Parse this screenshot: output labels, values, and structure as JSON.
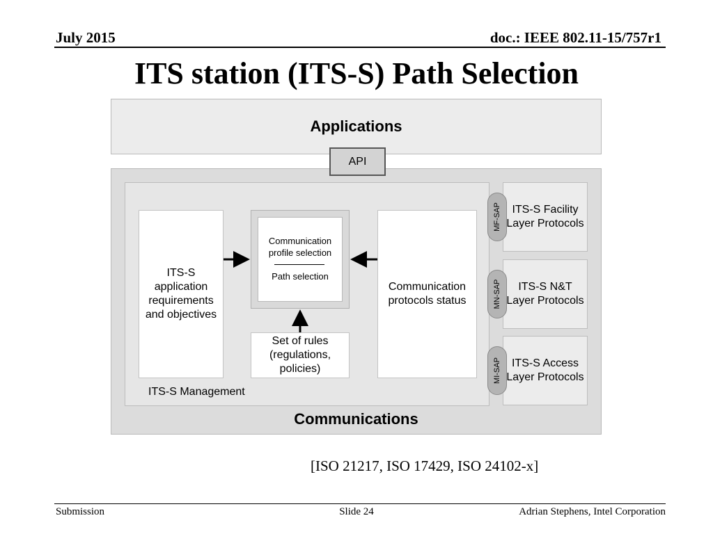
{
  "header": {
    "date": "July 2015",
    "doc": "doc.: IEEE 802.11-15/757r1"
  },
  "title": "ITS station (ITS-S) Path Selection",
  "diagram": {
    "applications": "Applications",
    "api": "API",
    "communications": "Communications",
    "management": "ITS-S Management",
    "requirements": "ITS-S application requirements and objectives",
    "profile_selection": "Communication profile selection",
    "path_selection": "Path selection",
    "protocol_status": "Communication protocols status",
    "rules": "Set of rules (regulations, policies)",
    "facility_layer": "ITS-S Facility Layer Protocols",
    "nt_layer": "ITS-S N&T Layer Protocols",
    "access_layer": "ITS-S Access Layer Protocols",
    "sap_mf": "MF-SAP",
    "sap_mn": "MN-SAP",
    "sap_mi": "MI-SAP"
  },
  "reference": "[ISO 21217, ISO 17429, ISO 24102-x]",
  "footer": {
    "left": "Submission",
    "middle": "Slide 24",
    "right": "Adrian Stephens, Intel Corporation"
  }
}
